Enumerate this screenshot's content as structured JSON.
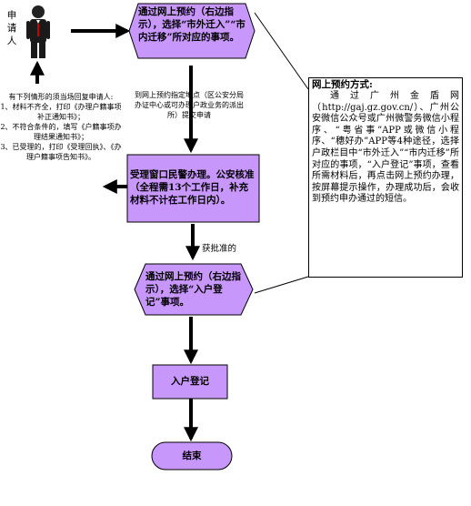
{
  "applicant_label": "申请人",
  "left_note": "有下列情形的须当场回复申请人:\n1、材料不齐全，打印《办理户籍事项补正通知书》；\n2、不符合条件的，填写《户籍事项办理结果通知书》；\n3、已受理的，打印《受理回执》、《办理户籍事项告知书》。",
  "mid_note": "到网上预约指定地点（区公安分局办证中心或可办理户政业务的派出所）提交申请",
  "steps": {
    "step1": "通过网上预约（右边指示），选择“市外迁入”“市内迁移”所对应的事项。",
    "step2": "受理窗口民警办理。公安核准（全程需13个工作日，补充材料不计在工作日内）。",
    "step3": "通过网上预约（右边指示），选择“入户登记”事项。",
    "step4": "入户登记",
    "end": "结束"
  },
  "approved_label": "获批准的",
  "callout": {
    "title": "网上预约方式:",
    "body": "通过广州金盾网（http://gaj.gz.gov.cn/）、广州公安微信公众号或广州微警务微信小程序、“粤省事”APP或微信小程序、“穗好办”APP等4种途径，选择户政栏目中“市外迁入”“市内迁移”所对应的事项，“入户登记”事项，查看所需材料后，再点击网上预约办理，按屏幕提示操作，办理成功后，会收到预约申办通过的短信。"
  },
  "colors": {
    "box_fill": "#c797fb",
    "line": "#000000"
  }
}
